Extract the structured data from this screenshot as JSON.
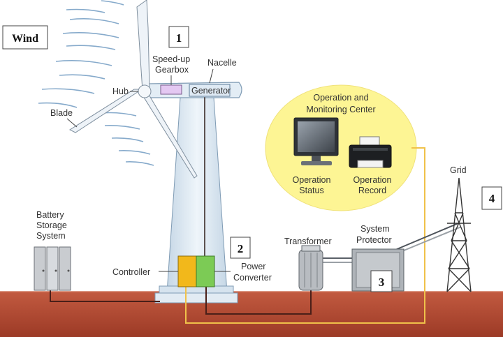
{
  "wind_label": "Wind",
  "callouts": {
    "c1": "1",
    "c2": "2",
    "c3": "3",
    "c4": "4"
  },
  "labels": {
    "speedup_1": "Speed-up",
    "speedup_2": "Gearbox",
    "nacelle": "Nacelle",
    "hub": "Hub",
    "generator": "Generator",
    "blade": "Blade",
    "battery_1": "Battery",
    "battery_2": "Storage",
    "battery_3": "System",
    "controller": "Controller",
    "power_1": "Power",
    "power_2": "Converter",
    "transformer": "Transformer",
    "protector_1": "System",
    "protector_2": "Protector",
    "grid": "Grid",
    "center_1": "Operation and",
    "center_2": "Monitoring Center",
    "status_1": "Operation",
    "status_2": "Status",
    "record_1": "Operation",
    "record_2": "Record"
  },
  "colors": {
    "ground": "#a8442e",
    "ground_top": "#c8644a",
    "tower": "#dbe7f1",
    "monitor_circle": "#fdf590",
    "controller": "#f2b81b",
    "converter": "#7ccb55",
    "wire_dark": "#4a1f18",
    "wire_light": "#f0c24a",
    "wind_lines": "#7fa6c9"
  },
  "icons": [
    "monitor-icon",
    "printer-icon",
    "transmission-tower-icon",
    "battery-icon",
    "transformer-icon"
  ]
}
